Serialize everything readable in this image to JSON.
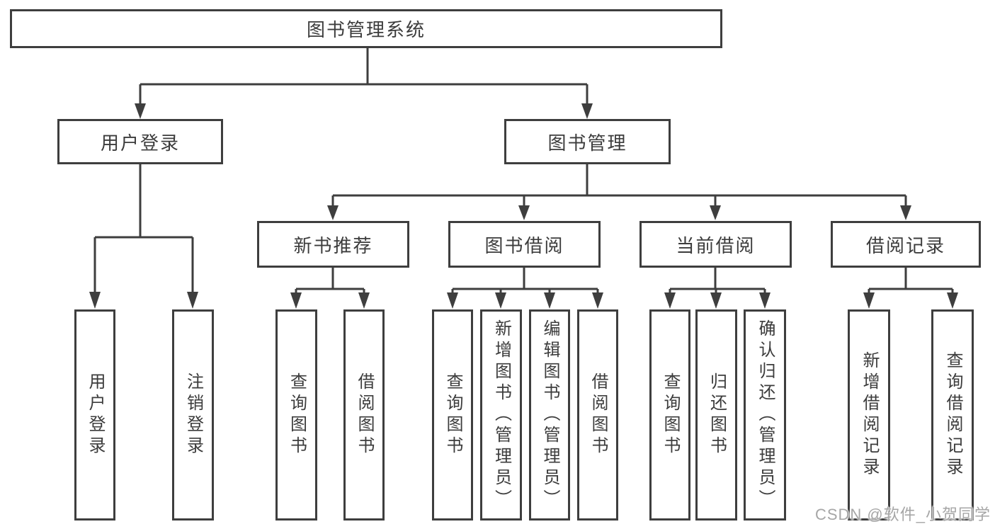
{
  "tree": {
    "root": {
      "label": "图书管理系统"
    },
    "level2": [
      {
        "label": "用户登录",
        "children": [
          {
            "label": "用户登录"
          },
          {
            "label": "注销登录"
          }
        ]
      },
      {
        "label": "图书管理",
        "children": [
          {
            "label": "新书推荐",
            "children": [
              {
                "label": "查询图书"
              },
              {
                "label": "借阅图书"
              }
            ]
          },
          {
            "label": "图书借阅",
            "children": [
              {
                "label": "查询图书"
              },
              {
                "label": "新增图书（管理员）"
              },
              {
                "label": "编辑图书（管理员）"
              },
              {
                "label": "借阅图书"
              }
            ]
          },
          {
            "label": "当前借阅",
            "children": [
              {
                "label": "查询图书"
              },
              {
                "label": "归还图书"
              },
              {
                "label": "确认归还（管理员）"
              }
            ]
          },
          {
            "label": "借阅记录",
            "children": [
              {
                "label": "新增借阅记录"
              },
              {
                "label": "查询借阅记录"
              }
            ]
          }
        ]
      }
    ]
  },
  "watermark": {
    "text": "CSDN @软件_小贺同学"
  },
  "colors": {
    "line": "#3e3e3e",
    "text": "#3c3c3c",
    "watermark": "#a6a6a6",
    "background": "#ffffff"
  }
}
